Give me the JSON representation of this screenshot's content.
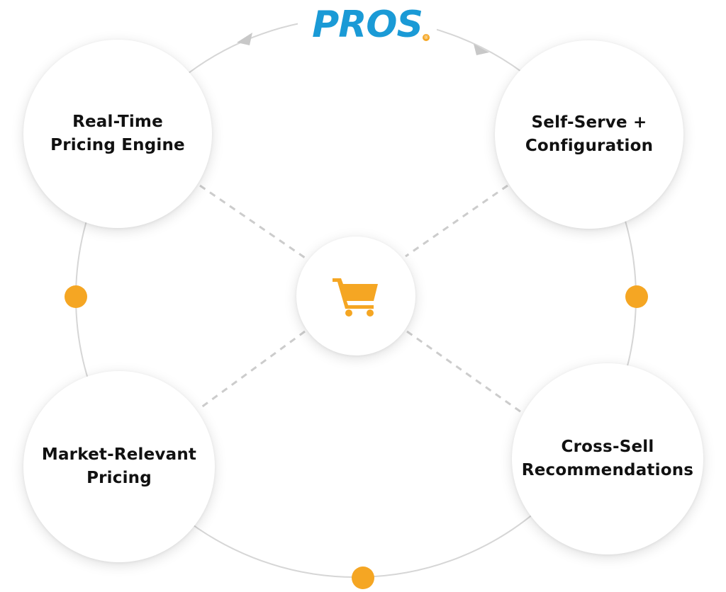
{
  "brand": {
    "logo_text": "PROS",
    "registered_mark": "®",
    "logo_color": "#1a9ad6",
    "registered_color": "#f5a623"
  },
  "colors": {
    "accent": "#f5a623",
    "ring": "#d6d6d6",
    "dashed": "#cccccc",
    "arrow": "#c8c8c8",
    "text": "#111111"
  },
  "nodes": {
    "top_left": {
      "line1": "Real-Time",
      "line2": "Pricing Engine"
    },
    "top_right": {
      "line1": "Self-Serve +",
      "line2": "Configuration"
    },
    "bottom_left": {
      "line1": "Market-Relevant",
      "line2": "Pricing"
    },
    "bottom_right": {
      "line1": "Cross-Sell",
      "line2": "Recommendations"
    },
    "center_icon": "shopping-cart-icon"
  }
}
